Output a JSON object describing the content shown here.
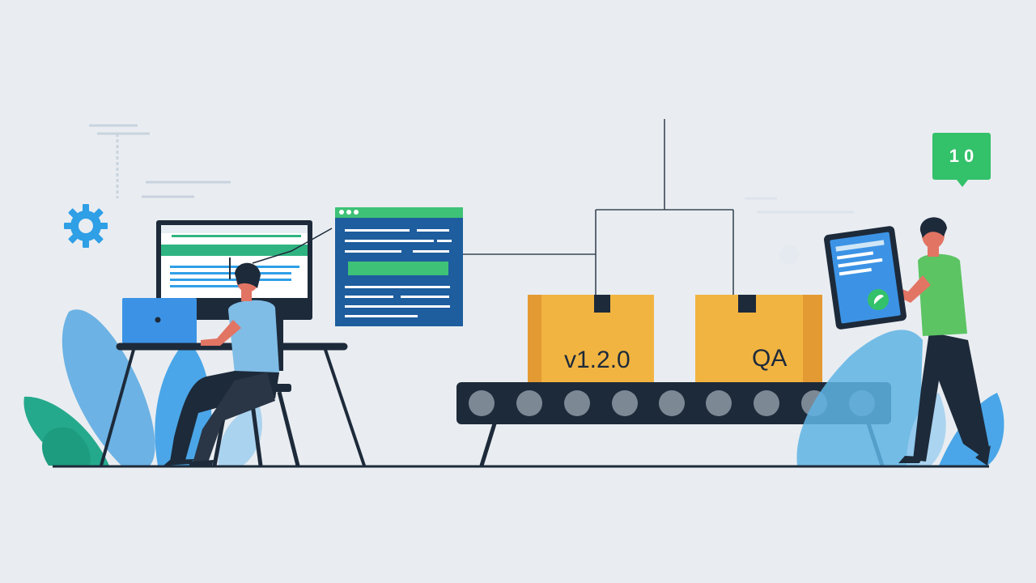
{
  "boxes": [
    {
      "label": "v1.2.0"
    },
    {
      "label": "QA"
    }
  ],
  "notification_badge": {
    "label": "1 0"
  },
  "icons": [
    "gear-icon",
    "laptop-icon",
    "monitor-icon",
    "browser-window-icon",
    "tablet-icon",
    "check-icon"
  ],
  "colors": {
    "background": "#e9edf1",
    "navy": "#1d2a3a",
    "box": "#f2b441",
    "box_shade": "#e49a33",
    "green": "#33c16a",
    "accent_blue": "#2f9fe6",
    "window_blue": "#1e5d9e"
  }
}
